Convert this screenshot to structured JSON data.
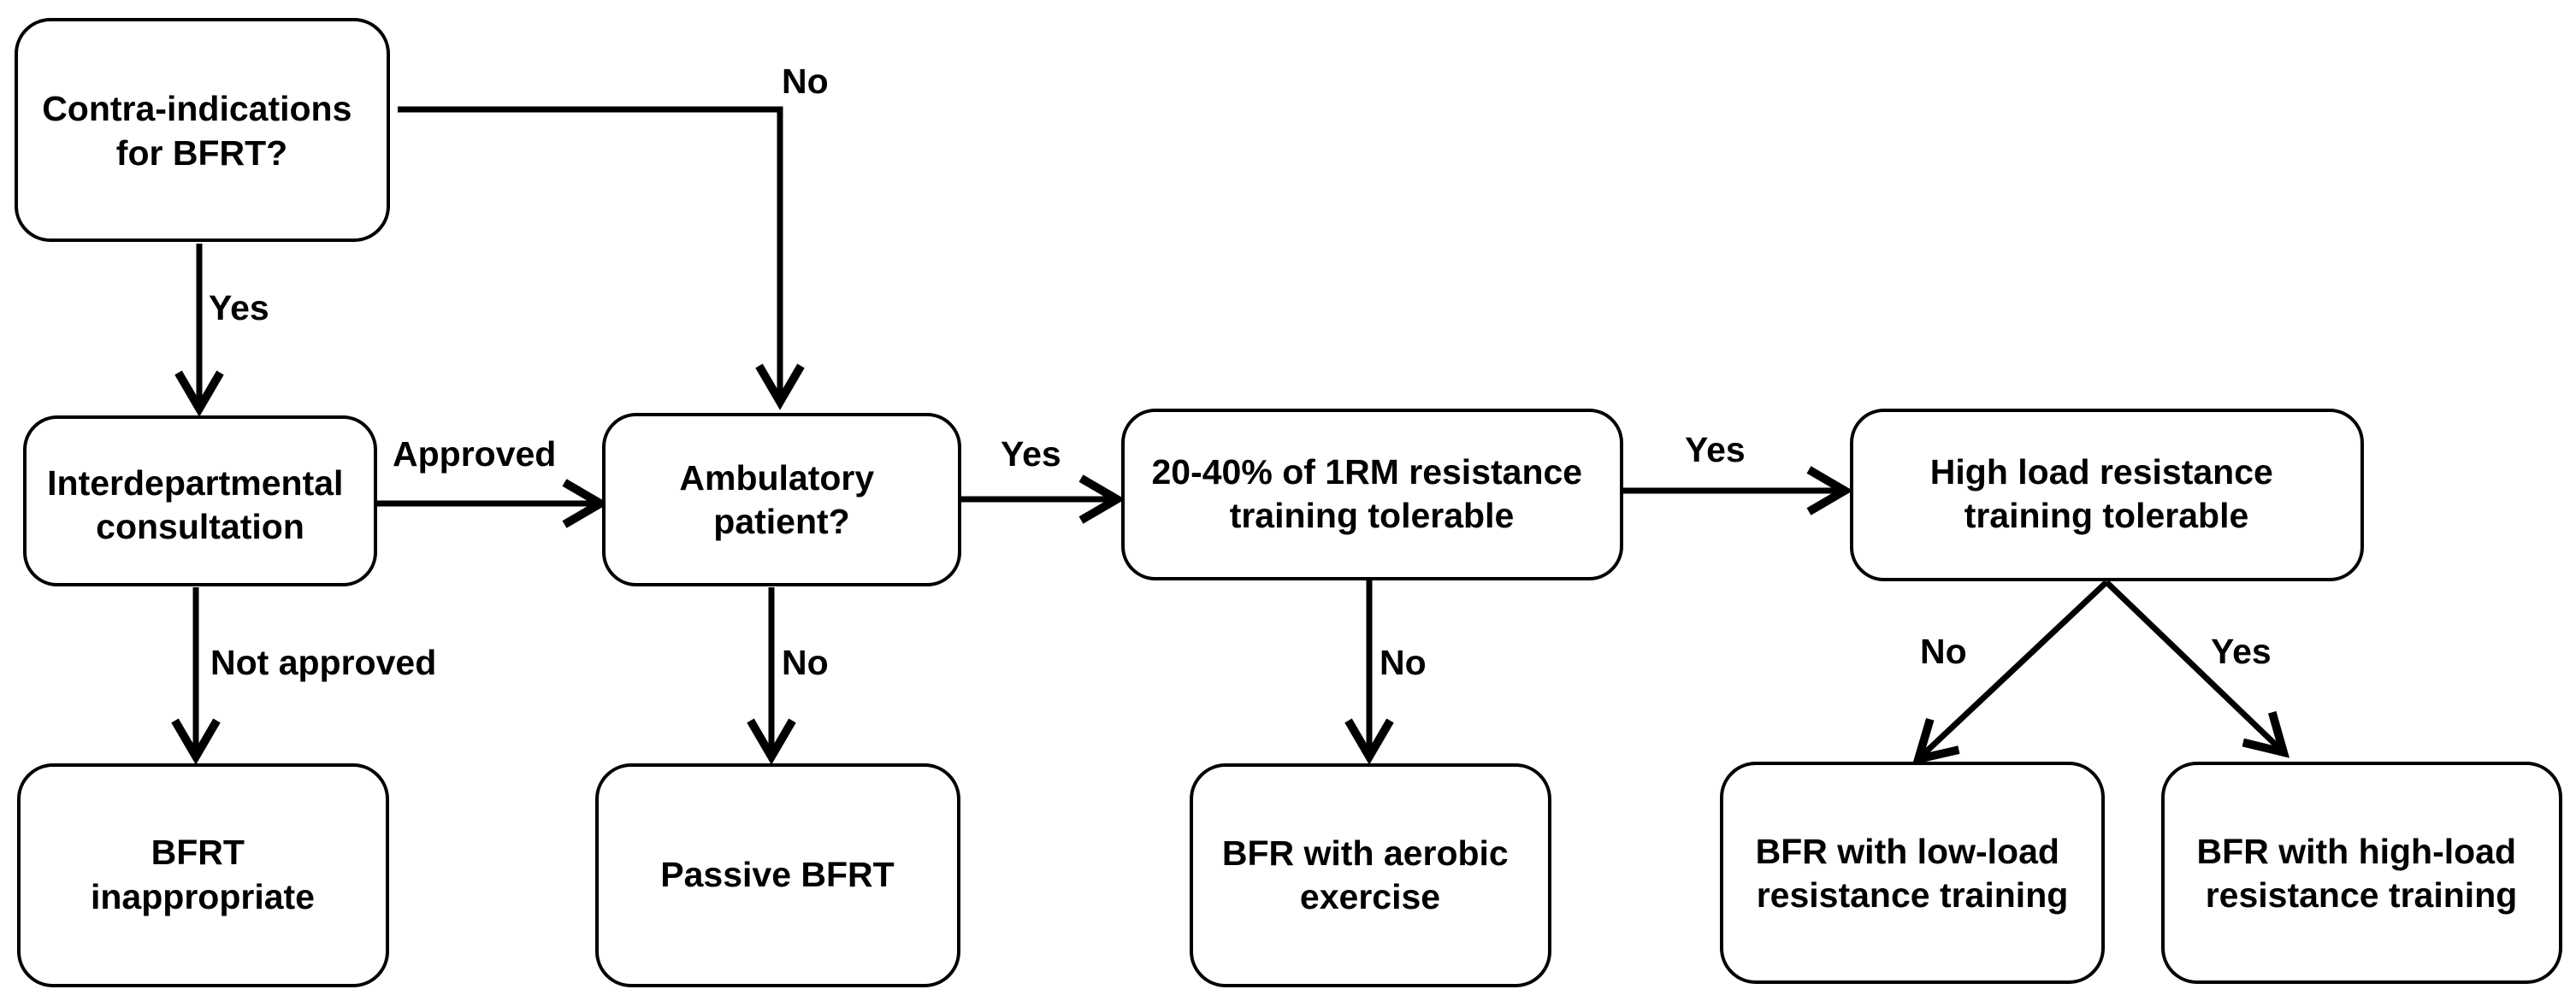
{
  "nodes": {
    "contra": {
      "line1": "Contra-indications",
      "line2": "for BFRT?"
    },
    "consult": {
      "line1": "Interdepartmental",
      "line2": "consultation"
    },
    "ambulatory": {
      "line1": "Ambulatory",
      "line2": "patient?"
    },
    "low_tolerable": {
      "line1": "20-40% of 1RM resistance",
      "line2": "training tolerable"
    },
    "high_tolerable": {
      "line1": "High load resistance",
      "line2": "training tolerable"
    },
    "inappropriate": {
      "line1": "BFRT",
      "line2": "inappropriate"
    },
    "passive": {
      "line1": "Passive BFRT"
    },
    "aerobic": {
      "line1": "BFR with aerobic",
      "line2": "exercise"
    },
    "low_load": {
      "line1": "BFR with low-load",
      "line2": "resistance training"
    },
    "high_load": {
      "line1": "BFR with high-load",
      "line2": "resistance training"
    }
  },
  "edges": {
    "contra_no": "No",
    "contra_yes": "Yes",
    "consult_approved": "Approved",
    "consult_not_approved": "Not approved",
    "ambulatory_yes": "Yes",
    "ambulatory_no": "No",
    "low_tolerable_yes": "Yes",
    "low_tolerable_no": "No",
    "high_tolerable_no": "No",
    "high_tolerable_yes": "Yes"
  },
  "colors": {
    "stroke": "#000000",
    "background": "#ffffff"
  }
}
